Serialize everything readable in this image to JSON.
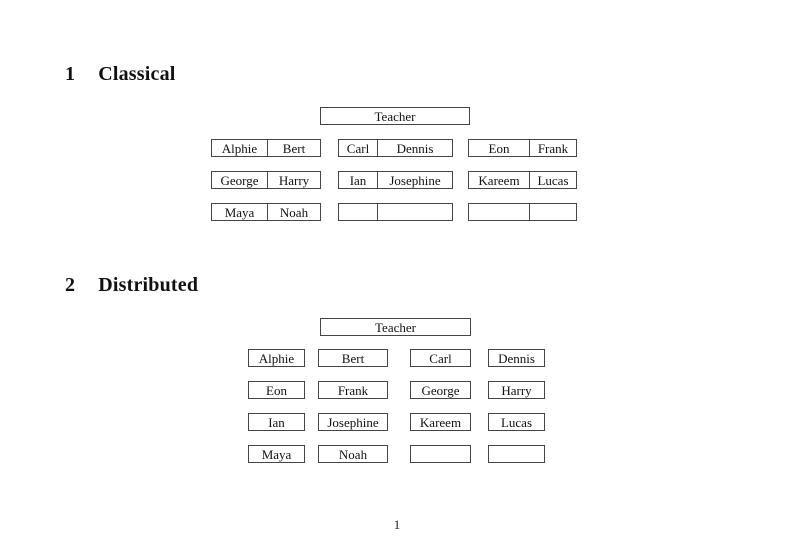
{
  "page": {
    "page_number": "1"
  },
  "classical": {
    "heading_number": "1",
    "heading_title": "Classical",
    "teacher": "Teacher",
    "desks": [
      {
        "left": "Alphie",
        "right": "Bert"
      },
      {
        "left": "Carl",
        "right": "Dennis"
      },
      {
        "left": "Eon",
        "right": "Frank"
      },
      {
        "left": "George",
        "right": "Harry"
      },
      {
        "left": "Ian",
        "right": "Josephine"
      },
      {
        "left": "Kareem",
        "right": "Lucas"
      },
      {
        "left": "Maya",
        "right": "Noah"
      },
      {
        "left": "",
        "right": ""
      },
      {
        "left": "",
        "right": ""
      }
    ]
  },
  "distributed": {
    "heading_number": "2",
    "heading_title": "Distributed",
    "teacher": "Teacher",
    "seats": [
      "Alphie",
      "Bert",
      "Carl",
      "Dennis",
      "Eon",
      "Frank",
      "George",
      "Harry",
      "Ian",
      "Josephine",
      "Kareem",
      "Lucas",
      "Maya",
      "Noah",
      "",
      ""
    ]
  }
}
